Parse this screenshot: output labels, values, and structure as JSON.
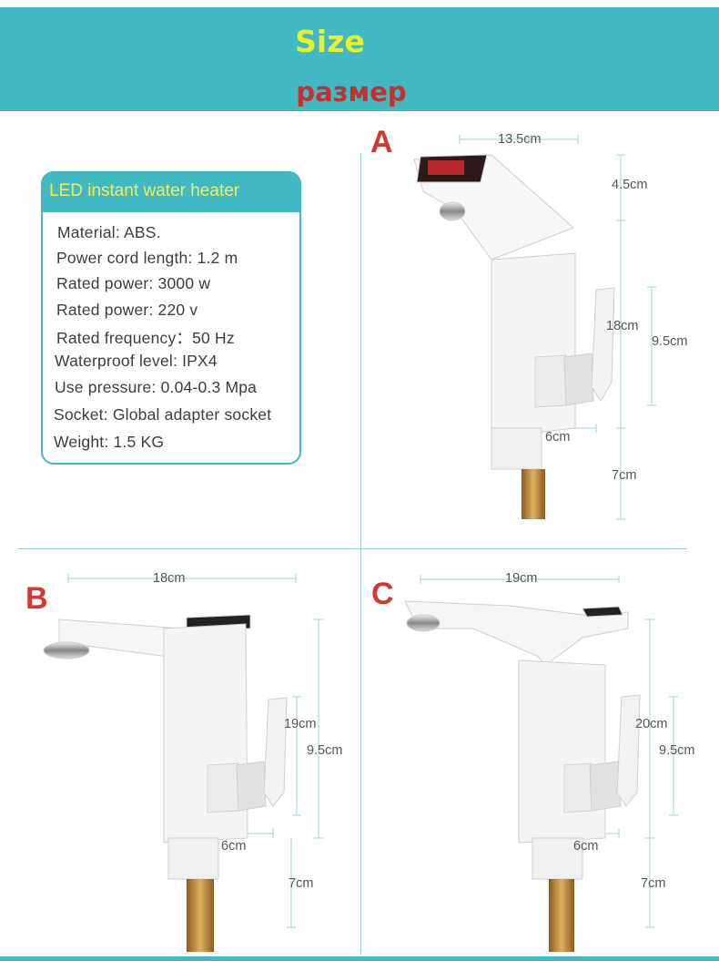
{
  "banner": {
    "title": "Size",
    "subtitle": "размер"
  },
  "spec": {
    "title": "LED instant water heater",
    "lines": [
      "Material: ABS.",
      "Power cord length: 1.2 m",
      "Rated power: 3000 w",
      "Rated power: 220 v",
      "Rated frequency：50 Hz",
      "Waterproof level: IPX4",
      "Use pressure: 0.04-0.3 Mpa",
      "Socket: Global adapter socket",
      "Weight: 1.5 KG"
    ]
  },
  "variants": {
    "a": {
      "letter": "A",
      "width": "13.5cm",
      "spout": "4.5cm",
      "height": "18cm",
      "handle": "9.5cm",
      "base": "6cm",
      "pipe": "7cm"
    },
    "b": {
      "letter": "B",
      "width": "18cm",
      "height": "19cm",
      "handle": "9.5cm",
      "base": "6cm",
      "pipe": "7cm"
    },
    "c": {
      "letter": "C",
      "width": "19cm",
      "height": "20cm",
      "handle": "9.5cm",
      "base": "6cm",
      "pipe": "7cm"
    }
  },
  "colors": {
    "banner": "#41b8c2",
    "title": "#e8f02a",
    "subtitle": "#c4302e",
    "letters": "#d03a34"
  }
}
